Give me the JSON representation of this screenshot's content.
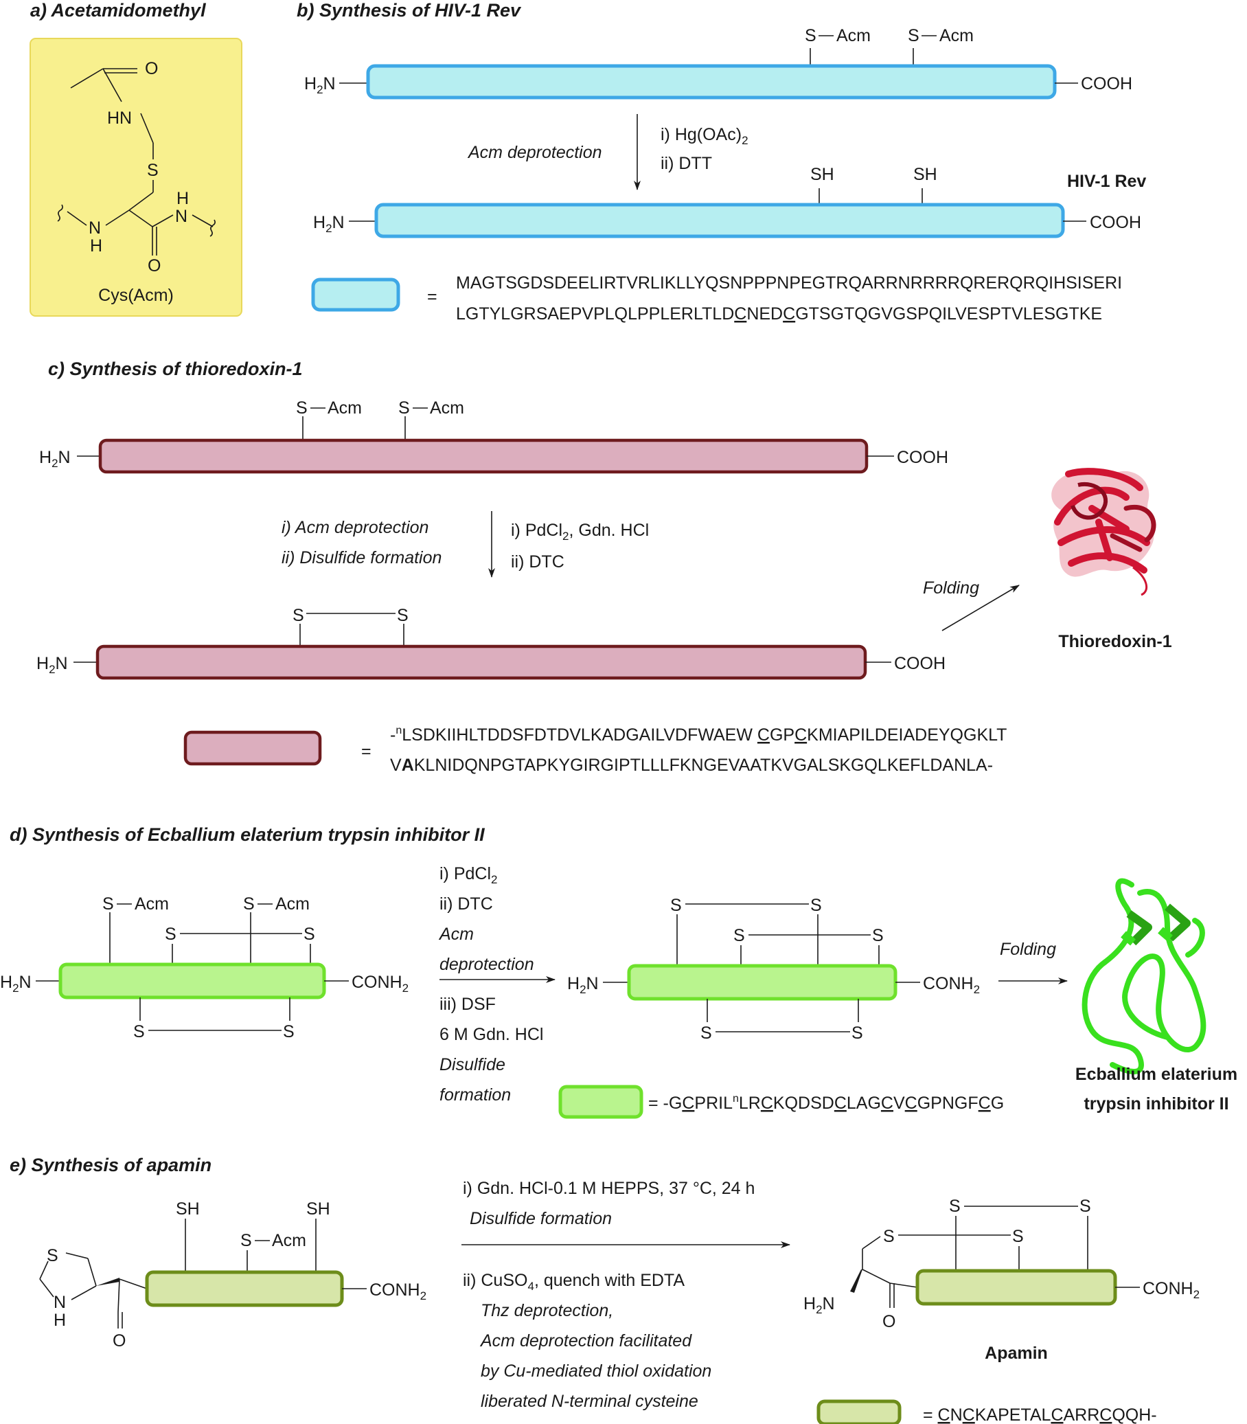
{
  "panel_a": {
    "heading": "a) Acetamidomethyl",
    "caption": "Cys(Acm)",
    "atoms": {
      "O_top": "O",
      "HN": "HN",
      "S": "S",
      "NH_bottom_N": "N",
      "NH_bottom_H": "H",
      "NH_right_H": "H",
      "NH_right_N": "N",
      "O_bottom": "O"
    }
  },
  "panel_b": {
    "heading": "b) Synthesis of HIV-1 Rev",
    "s_acm": "S",
    "acm": "Acm",
    "sh": "SH",
    "h2n": "H",
    "h2n_sub": "2",
    "h2n_n": "N",
    "cooh": "COOH",
    "step_italic": "Acm deprotection",
    "reagent1": "i) Hg(OAc)",
    "reagent1_sub": "2",
    "reagent2": "ii) DTT",
    "product": "HIV-1 Rev",
    "eq": "=",
    "seq1": "MAGTSGDSDEELIRTVRLIKLLYQSNPPPNPEGTRQARRNRRRRQRERQRQIHSISERI",
    "seq2_a": "LGTYLGRSAEPVPLQLPPLERLTLD",
    "seq2_c1": "C",
    "seq2_b": "NED",
    "seq2_c2": "C",
    "seq2_c": "GTSGTQGVGSPQILVESPTVLESGTKE"
  },
  "panel_c": {
    "heading": "c) Synthesis of thioredoxin-1",
    "s": "S",
    "acm": "Acm",
    "cooh": "COOH",
    "step1": "i) Acm deprotection",
    "step2": "ii) Disulfide formation",
    "reagent1": "i) PdCl",
    "reagent1_sub": "2",
    "reagent1_b": ", Gdn. HCl",
    "reagent2": "ii) DTC",
    "folding": "Folding",
    "product": "Thioredoxin-1",
    "eq": "=",
    "seq1_a": "-",
    "seq1_sup": "n",
    "seq1_b": "LSDKIIHLTDDSFDTDVLKADGAILVDFWAEW ",
    "seq1_c1": "C",
    "seq1_c": "GP",
    "seq1_c2": "C",
    "seq1_d": "KMIAPILDEIADEYQGKLT",
    "seq2_a": "V",
    "seq2_bold": "A",
    "seq2_b": "KLNIDQNPGTAPKYGIRGIPTLLLFKNGEVAATKVGALSKGQLKEFLDANLA-"
  },
  "panel_d": {
    "heading": "d) Synthesis of Ecballium elaterium trypsin inhibitor II",
    "s": "S",
    "acm": "Acm",
    "conh2": "CONH",
    "conh2_sub": "2",
    "cond1": "i) PdCl",
    "cond1_sub": "2",
    "cond2": "ii) DTC",
    "cond3": "Acm",
    "cond4": "deprotection",
    "cond5": "iii) DSF",
    "cond6": "6 M Gdn. HCl",
    "cond7": "Disulfide",
    "cond8": "formation",
    "folding": "Folding",
    "product1": "Ecballium elaterium",
    "product2": "trypsin inhibitor II",
    "seq_a": "= -G",
    "seq_c1": "C",
    "seq_b": "PRIL",
    "seq_sup": "n",
    "seq_c": "LR",
    "seq_c2": "C",
    "seq_d": "KQDSD",
    "seq_c3": "C",
    "seq_e": "LAG",
    "seq_c4": "C",
    "seq_f": "V",
    "seq_c5": "C",
    "seq_g": "GPNGF",
    "seq_c6": "C",
    "seq_h": "G"
  },
  "panel_e": {
    "heading": "e) Synthesis of apamin",
    "sh": "SH",
    "s": "S",
    "acm": "Acm",
    "n": "N",
    "h": "H",
    "o": "O",
    "conh2": "CONH",
    "conh2_sub": "2",
    "cond1": "i) Gdn. HCl-0.1 M HEPPS, 37 °C, 24 h",
    "cond2": "Disulfide formation",
    "cond3": "ii) CuSO",
    "cond3_sub": "4",
    "cond3_b": ", quench with EDTA",
    "cond4": "Thz deprotection,",
    "cond5": "Acm deprotection facilitated",
    "cond6": "by Cu-mediated thiol oxidation",
    "cond7": "liberated N-terminal cysteine",
    "h2n_h": "H",
    "h2n_sub": "2",
    "h2n_n": "N",
    "product": "Apamin",
    "seq_a": "= ",
    "seq_c1": "C",
    "seq_b": "N",
    "seq_c2": "C",
    "seq_c": "KAPETAL",
    "seq_c3": "C",
    "seq_d": "ARR",
    "seq_c4": "C",
    "seq_e": "QQH-"
  },
  "colors": {
    "hiv_fill": "#b6eef1",
    "hiv_stroke": "#3ea8e6",
    "trx_fill": "#dcaebe",
    "trx_stroke": "#6e1b1e",
    "eeti_fill": "#b9f48e",
    "eeti_stroke": "#6fe12c",
    "apamin_fill": "#d7e6a9",
    "apamin_stroke": "#6d8d1a",
    "acm_box_fill": "#f8f08e",
    "acm_box_stroke": "#e8d85a",
    "thioredoxin_protein": "#d01432",
    "eeti_protein": "#39e01e"
  }
}
